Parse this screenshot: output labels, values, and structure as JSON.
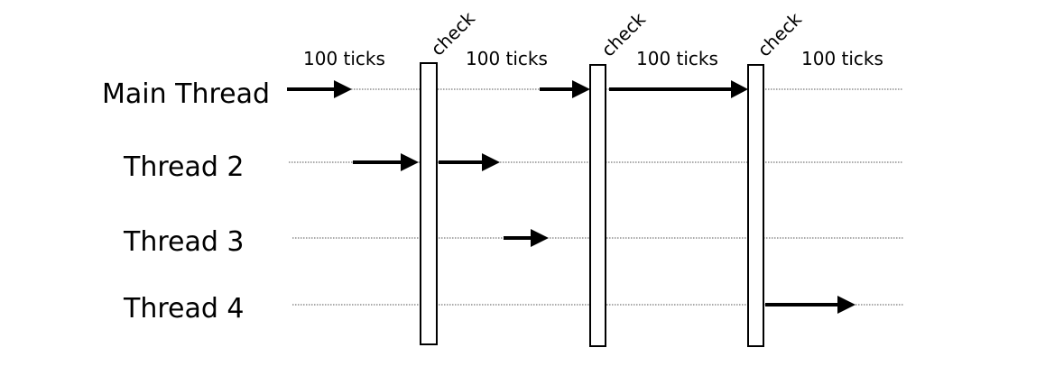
{
  "threads": [
    {
      "label": "Main Thread"
    },
    {
      "label": "Thread 2"
    },
    {
      "label": "Thread 3"
    },
    {
      "label": "Thread 4"
    }
  ],
  "checkpoints": [
    {
      "label": "check"
    },
    {
      "label": "check"
    },
    {
      "label": "check"
    }
  ],
  "intervals": [
    {
      "label": "100 ticks"
    },
    {
      "label": "100 ticks"
    },
    {
      "label": "100 ticks"
    },
    {
      "label": "100 ticks"
    }
  ]
}
